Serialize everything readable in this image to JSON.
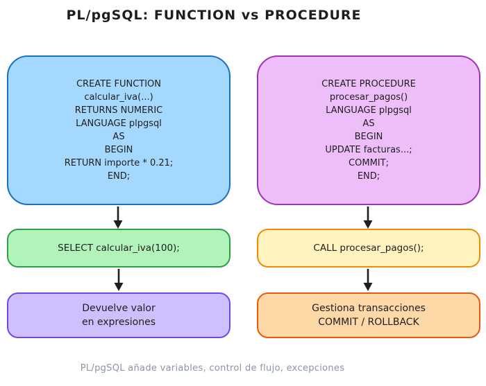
{
  "title": "PL/pgSQL: FUNCTION vs PROCEDURE",
  "footer": "PL/pgSQL añade variables, control de flujo, excepciones",
  "columns": {
    "function": {
      "definition_lines": [
        "CREATE FUNCTION",
        "calcular_iva(...)",
        "RETURNS NUMERIC",
        "LANGUAGE plpgsql",
        "AS",
        "BEGIN",
        "RETURN importe * 0.21;",
        "END;"
      ],
      "usage": "SELECT calcular_iva(100);",
      "result_lines": [
        "Devuelve valor",
        "en expresiones"
      ]
    },
    "procedure": {
      "definition_lines": [
        "CREATE PROCEDURE",
        "procesar_pagos()",
        "LANGUAGE plpgsql",
        "AS",
        "BEGIN",
        "UPDATE facturas...;",
        "COMMIT;",
        "END;"
      ],
      "usage": "CALL procesar_pagos();",
      "result_lines": [
        "Gestiona transacciones",
        "COMMIT / ROLLBACK"
      ]
    }
  },
  "colors": {
    "title": "#1e1e1e",
    "text": "#1e1e1e",
    "arrow": "#1e1e1e",
    "footer": "#8b95a5",
    "function_definition": {
      "fill": "#a5d8ff",
      "stroke": "#1971c2"
    },
    "procedure_definition": {
      "fill": "#eebefa",
      "stroke": "#9c36b5"
    },
    "function_usage": {
      "fill": "#b2f2bb",
      "stroke": "#2f9e44"
    },
    "procedure_usage": {
      "fill": "#fff3bf",
      "stroke": "#f08c00"
    },
    "function_result": {
      "fill": "#d0bfff",
      "stroke": "#7048e8"
    },
    "procedure_result": {
      "fill": "#ffd8a8",
      "stroke": "#e8590c"
    }
  }
}
